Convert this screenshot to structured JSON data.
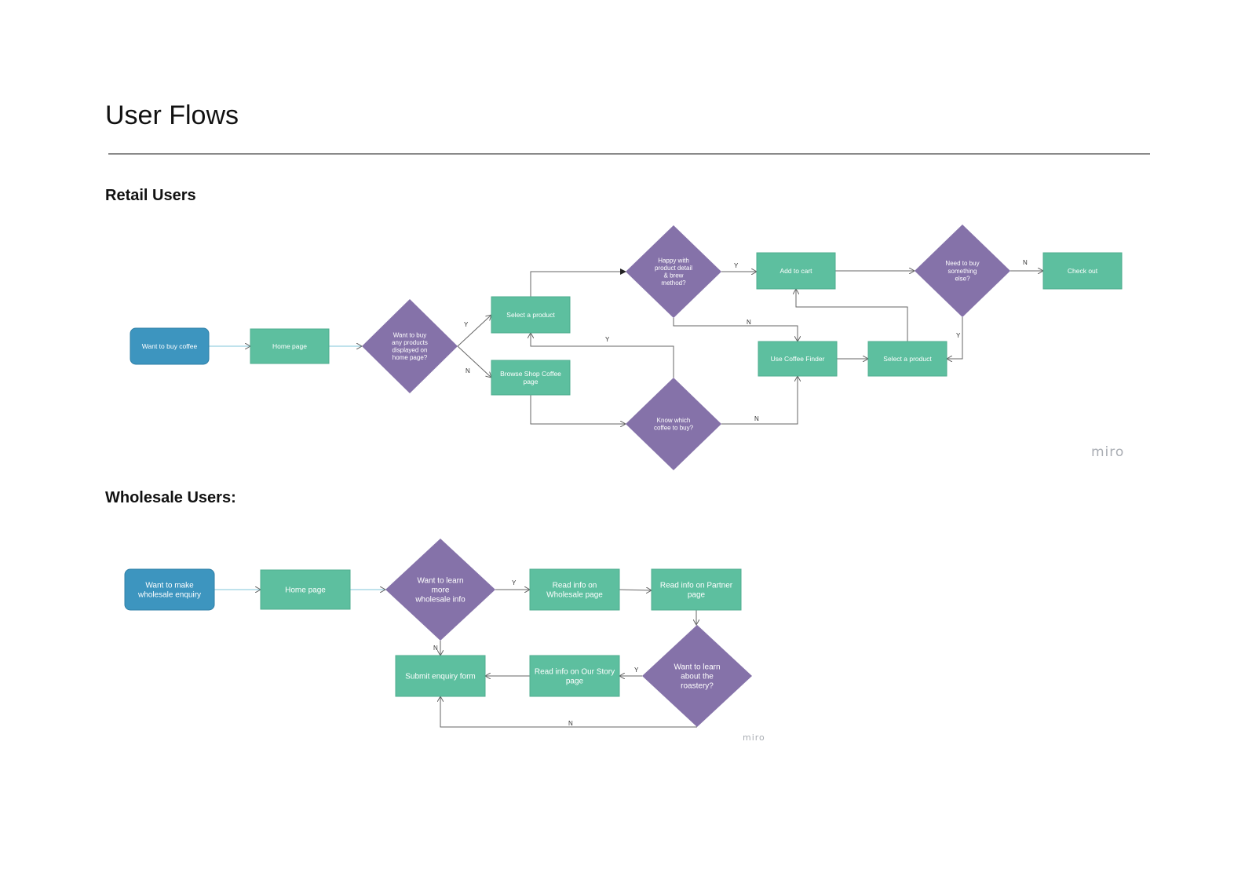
{
  "page": {
    "title": "User Flows",
    "watermark": "miro"
  },
  "colors": {
    "start": "#3d95bf",
    "process": "#5dbf9f",
    "decision": "#8572a9",
    "line": "#666666"
  },
  "retail": {
    "heading": "Retail Users",
    "nodes": [
      {
        "id": "r_start",
        "kind": "start",
        "label": [
          "Want to buy coffee"
        ]
      },
      {
        "id": "r_home",
        "kind": "process",
        "label": [
          "Home page"
        ]
      },
      {
        "id": "r_d1",
        "kind": "decision",
        "label": [
          "Want to buy",
          "any products",
          "displayed on",
          "home page?"
        ]
      },
      {
        "id": "r_select1",
        "kind": "process",
        "label": [
          "Select a product"
        ]
      },
      {
        "id": "r_browse",
        "kind": "process",
        "label": [
          "Browse Shop Coffee",
          "page"
        ]
      },
      {
        "id": "r_d2",
        "kind": "decision",
        "label": [
          "Happy with",
          "product detail",
          "& brew",
          "method?"
        ]
      },
      {
        "id": "r_d3",
        "kind": "decision",
        "label": [
          "Know which",
          "coffee to buy?"
        ]
      },
      {
        "id": "r_cart",
        "kind": "process",
        "label": [
          "Add to cart"
        ]
      },
      {
        "id": "r_finder",
        "kind": "process",
        "label": [
          "Use Coffee Finder"
        ]
      },
      {
        "id": "r_select2",
        "kind": "process",
        "label": [
          "Select a product"
        ]
      },
      {
        "id": "r_d4",
        "kind": "decision",
        "label": [
          "Need to buy",
          "something",
          "else?"
        ]
      },
      {
        "id": "r_checkout",
        "kind": "process",
        "label": [
          "Check out"
        ]
      }
    ],
    "edge_labels": [
      {
        "id": "r_y1",
        "text": "Y"
      },
      {
        "id": "r_n1",
        "text": "N"
      },
      {
        "id": "r_y2",
        "text": "Y"
      },
      {
        "id": "r_n2",
        "text": "N"
      },
      {
        "id": "r_y3",
        "text": "Y"
      },
      {
        "id": "r_n3",
        "text": "N"
      },
      {
        "id": "r_n4",
        "text": "N"
      },
      {
        "id": "r_y4",
        "text": "Y"
      }
    ]
  },
  "wholesale": {
    "heading": "Wholesale Users:",
    "nodes": [
      {
        "id": "w_start",
        "kind": "start",
        "label": [
          "Want to make",
          "wholesale enquiry"
        ]
      },
      {
        "id": "w_home",
        "kind": "process",
        "label": [
          "Home page"
        ]
      },
      {
        "id": "w_d1",
        "kind": "decision",
        "label": [
          "Want to learn",
          "more",
          "wholesale info"
        ]
      },
      {
        "id": "w_wholesale",
        "kind": "process",
        "label": [
          "Read info on",
          "Wholesale page"
        ]
      },
      {
        "id": "w_partner",
        "kind": "process",
        "label": [
          "Read info on Partner",
          "page"
        ]
      },
      {
        "id": "w_d2",
        "kind": "decision",
        "label": [
          "Want to learn",
          "about the",
          "roastery?"
        ]
      },
      {
        "id": "w_story",
        "kind": "process",
        "label": [
          "Read info on Our Story",
          "page"
        ]
      },
      {
        "id": "w_submit",
        "kind": "process",
        "label": [
          "Submit enquiry form"
        ]
      }
    ],
    "edge_labels": [
      {
        "id": "w_y1",
        "text": "Y"
      },
      {
        "id": "w_n1",
        "text": "N"
      },
      {
        "id": "w_y2",
        "text": "Y"
      },
      {
        "id": "w_n2",
        "text": "N"
      }
    ]
  }
}
